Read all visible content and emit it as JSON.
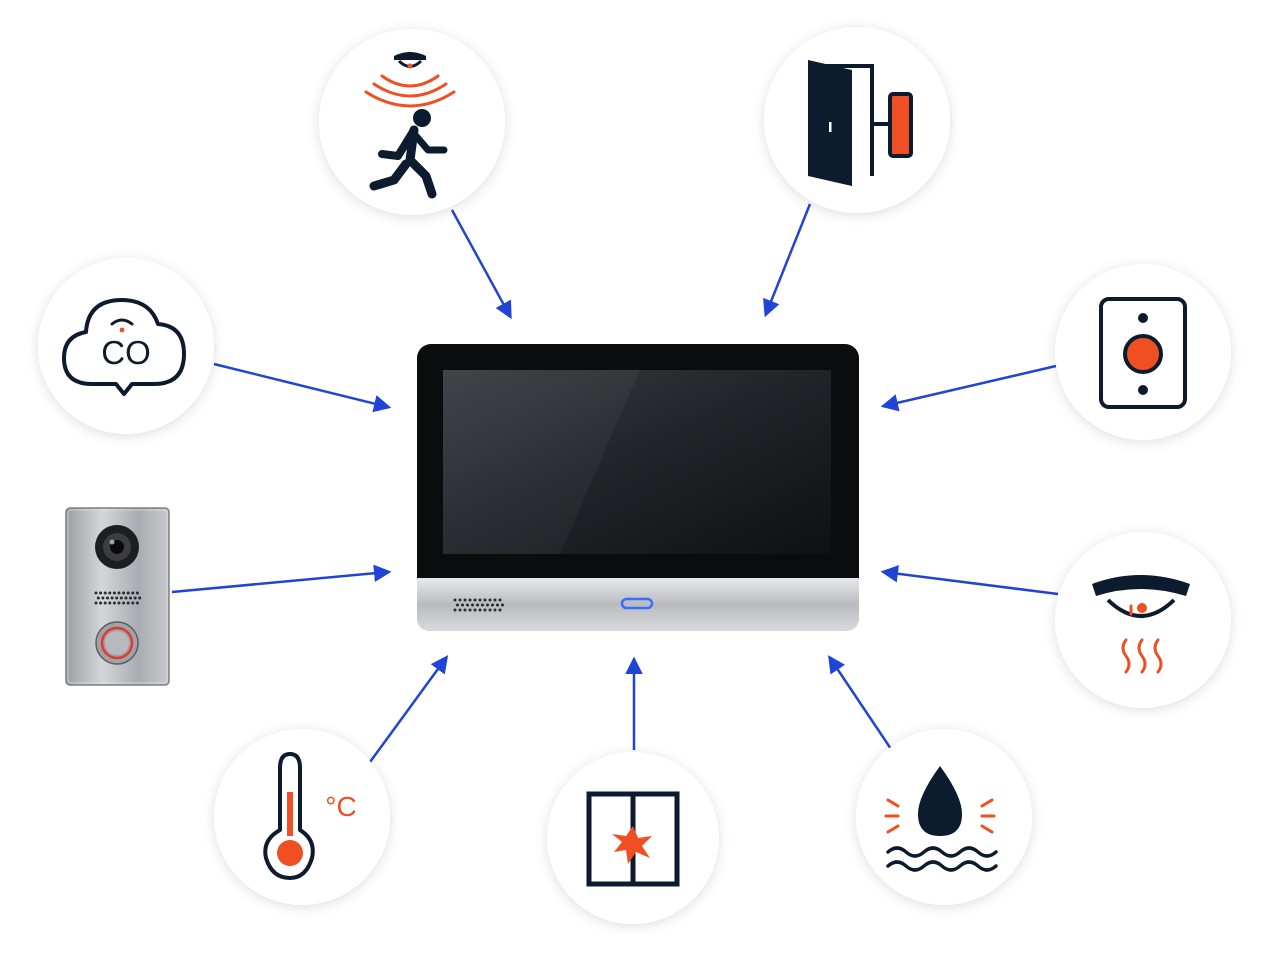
{
  "colors": {
    "accent_orange": "#f04e23",
    "navy": "#0d1b2e",
    "arrow_blue": "#1f44d6",
    "circle_fill": "#ffffff",
    "screen": "#1a1c20",
    "panel_silver": "#c9cbcf"
  },
  "center": {
    "name": "indoor-monitor",
    "indicator": "blue-led"
  },
  "sensors": [
    {
      "id": "motion",
      "icon": "motion-sensor-icon"
    },
    {
      "id": "door",
      "icon": "door-contact-sensor-icon"
    },
    {
      "id": "co",
      "icon": "co-detector-icon",
      "label": "CO"
    },
    {
      "id": "panic",
      "icon": "panic-button-icon"
    },
    {
      "id": "doorstation",
      "icon": "door-station-icon"
    },
    {
      "id": "heat",
      "icon": "heat-detector-icon"
    },
    {
      "id": "temperature",
      "icon": "thermometer-icon",
      "label": "°C"
    },
    {
      "id": "glassbreak",
      "icon": "glass-break-sensor-icon"
    },
    {
      "id": "water",
      "icon": "water-leak-sensor-icon"
    }
  ]
}
